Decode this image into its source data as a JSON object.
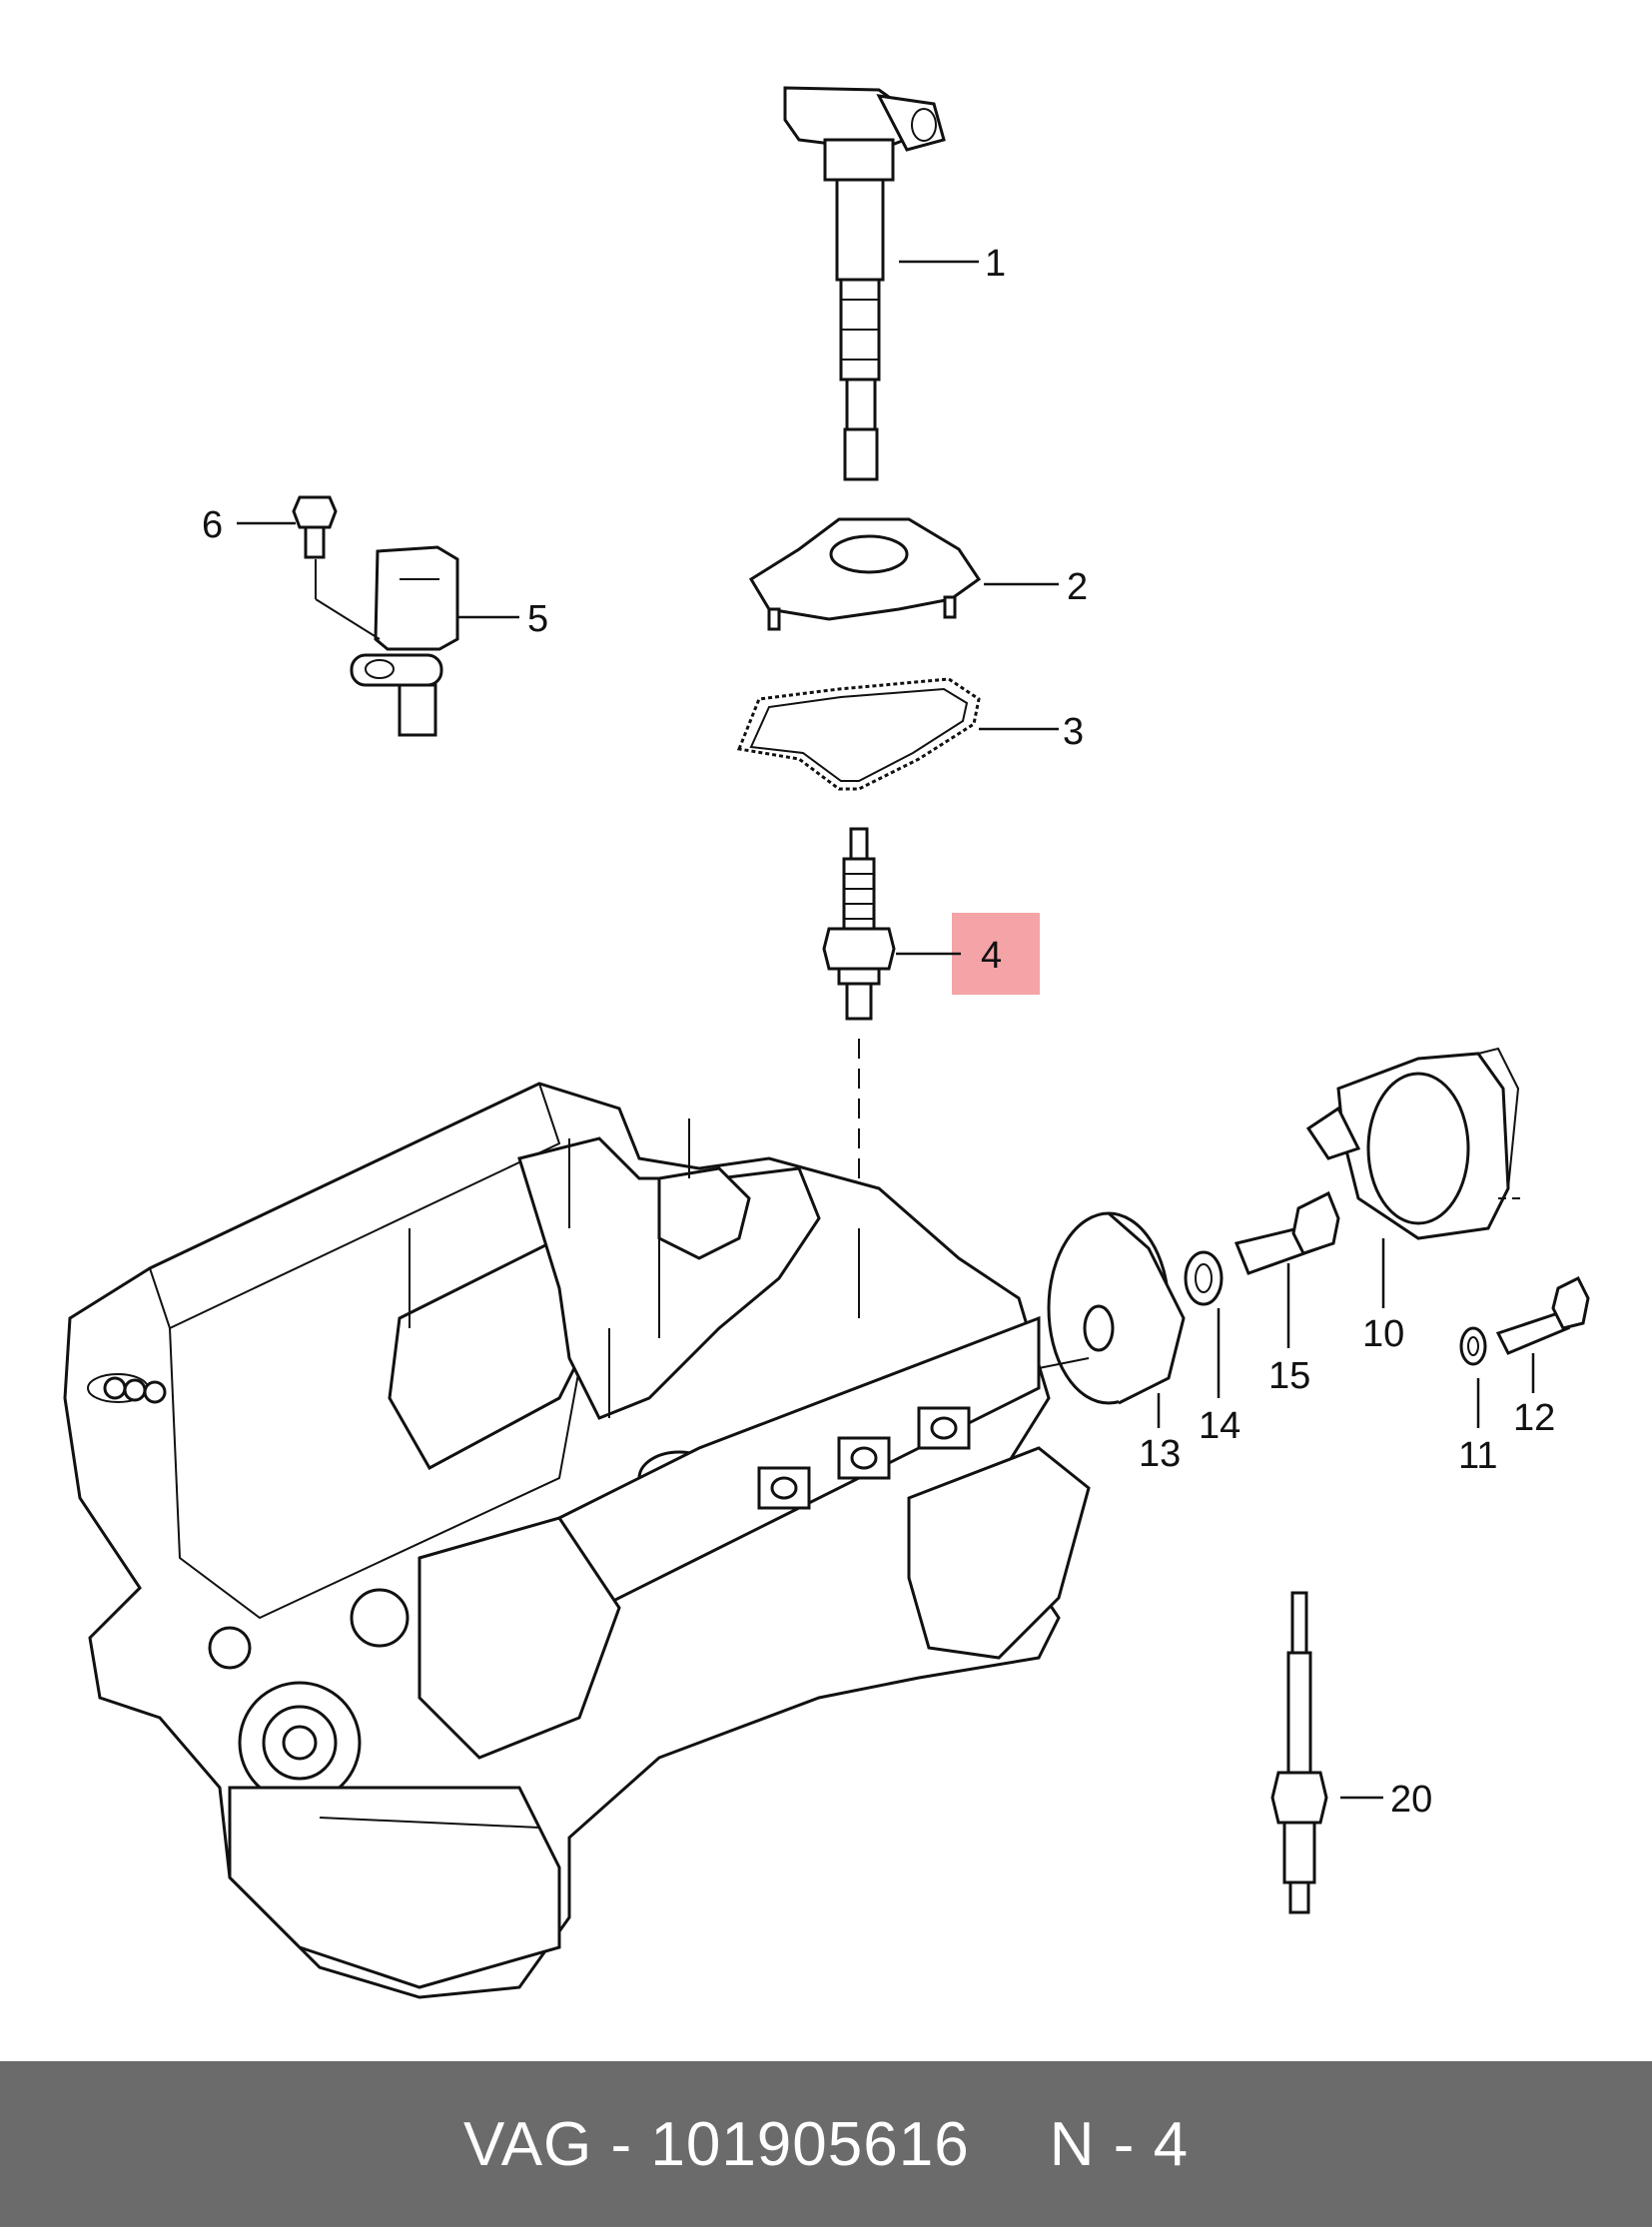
{
  "diagram": {
    "callouts": [
      {
        "id": "1",
        "label": "1"
      },
      {
        "id": "2",
        "label": "2"
      },
      {
        "id": "3",
        "label": "3"
      },
      {
        "id": "4",
        "label": "4",
        "highlighted": true
      },
      {
        "id": "5",
        "label": "5"
      },
      {
        "id": "6",
        "label": "6"
      },
      {
        "id": "10",
        "label": "10"
      },
      {
        "id": "11",
        "label": "11"
      },
      {
        "id": "12",
        "label": "12"
      },
      {
        "id": "13",
        "label": "13"
      },
      {
        "id": "14",
        "label": "14"
      },
      {
        "id": "15",
        "label": "15"
      },
      {
        "id": "20",
        "label": "20"
      }
    ],
    "highlight_color": "#f4a3a6"
  },
  "footer": {
    "part_ref": "VAG - 101905616",
    "position_ref": "N - 4",
    "background": "#6b6b6b"
  }
}
